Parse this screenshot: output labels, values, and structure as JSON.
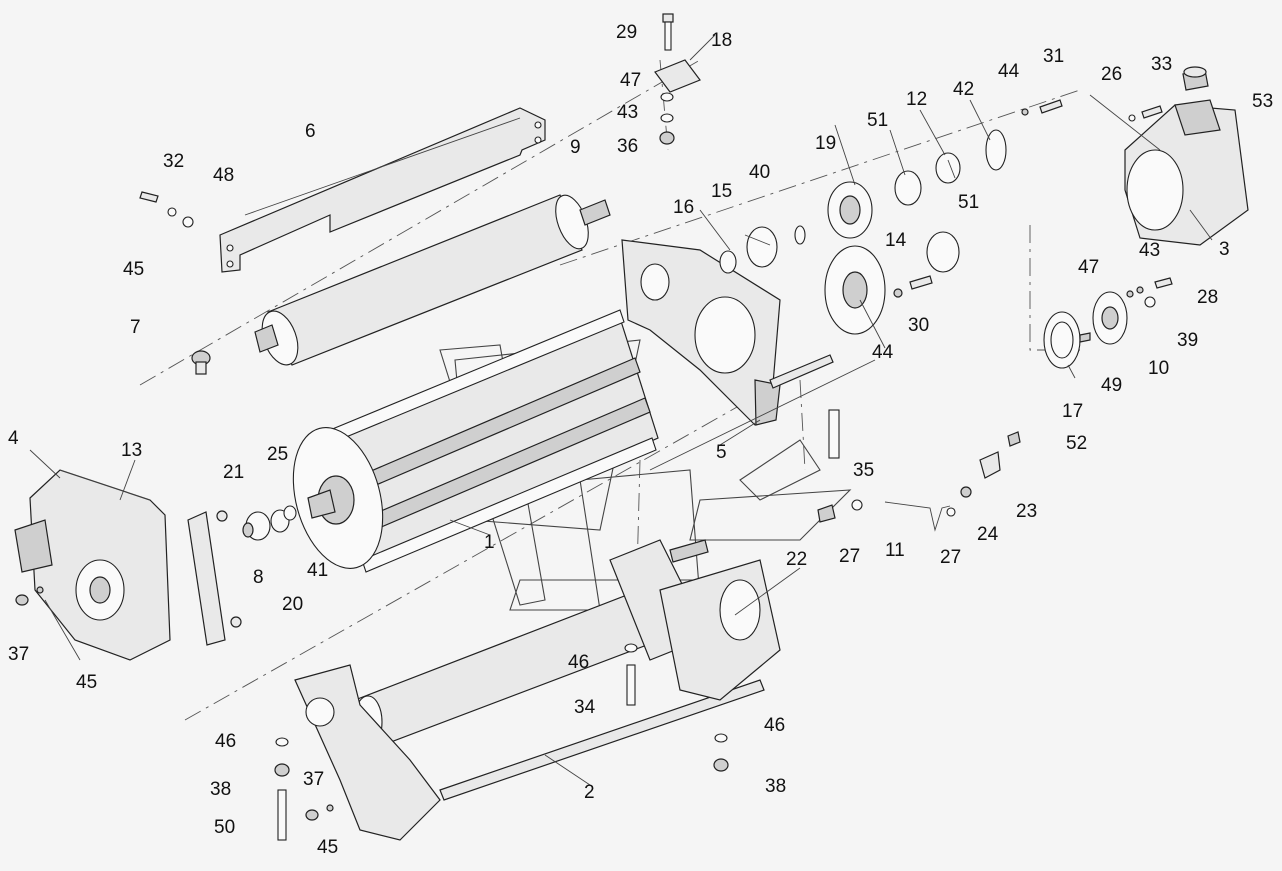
{
  "callouts": [
    "1",
    "2",
    "3",
    "4",
    "5",
    "6",
    "7",
    "8",
    "9",
    "10",
    "11",
    "12",
    "13",
    "14",
    "15",
    "16",
    "17",
    "18",
    "19",
    "20",
    "21",
    "22",
    "23",
    "24",
    "25",
    "26",
    "27",
    "28",
    "29",
    "30",
    "31",
    "32",
    "33",
    "34",
    "35",
    "36",
    "37",
    "38",
    "39",
    "40",
    "41",
    "42",
    "43",
    "44",
    "45",
    "46",
    "47",
    "48",
    "49",
    "50",
    "51",
    "52",
    "53"
  ],
  "colors": {
    "paper": "#f5f5f5",
    "line": "#222222",
    "fill": "#e9e9e9",
    "shade": "#cfcfcf"
  }
}
